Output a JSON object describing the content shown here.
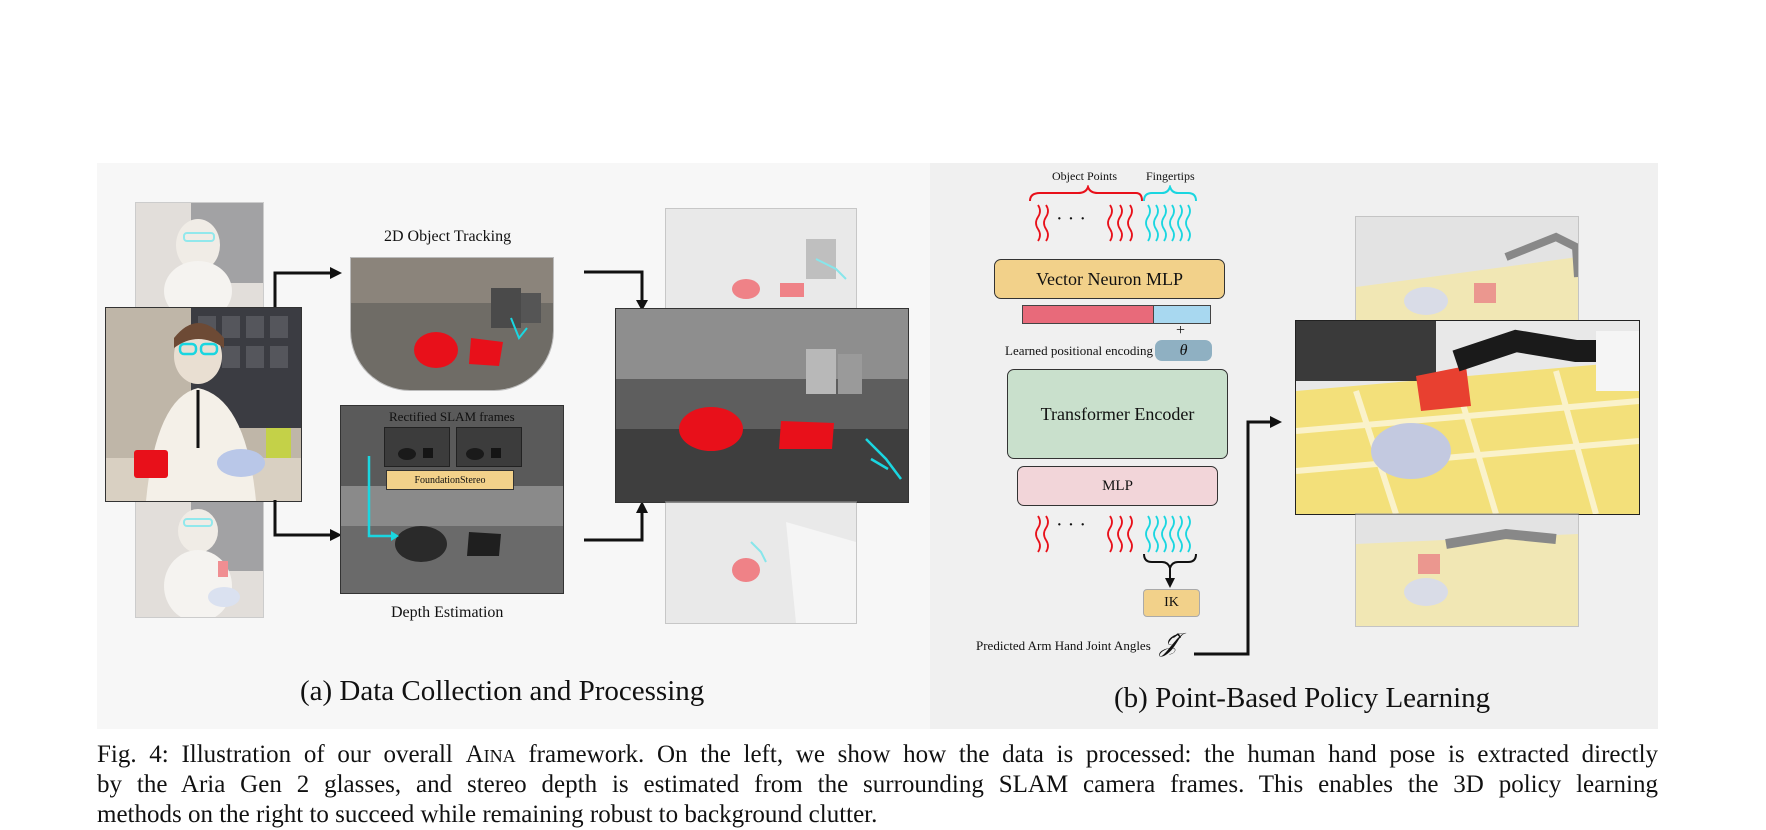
{
  "panel_a": {
    "title": "(a) Data Collection and Processing",
    "tracking_label": "2D Object Tracking",
    "slam_label": "Rectified SLAM frames",
    "stereo_label": "FoundationStereo",
    "depth_label": "Depth Estimation"
  },
  "panel_b": {
    "title": "(b) Point-Based Policy Learning",
    "object_points_label": "Object Points",
    "fingertips_label": "Fingertips",
    "dots": "· · ·",
    "vector_neuron_label": "Vector Neuron MLP",
    "plus_label": "+",
    "pos_enc_label": "Learned positional encoding",
    "theta_label": "θ",
    "transformer_label": "Transformer Encoder",
    "mlp_label": "MLP",
    "ik_label": "IK",
    "pred_label": "Predicted Arm Hand Joint Angles",
    "joint_symbol": "𝒥̂"
  },
  "caption": {
    "prefix": "Fig. 4: Illustration of our overall",
    "name": "Aina",
    "line1_rest": "framework. On the left, we show how the data is processed: the human hand pose is extracted directly",
    "line2": "by the Aria Gen 2 glasses, and stereo depth is estimated from the surrounding SLAM camera frames. This enables the 3D policy learning",
    "line3": "methods on the right to succeed while remaining robust to background clutter."
  },
  "colors": {
    "object_red": "#e8101a",
    "fingertip_cyan": "#1ad6e0",
    "vector_neuron_fill": "#f2d18a",
    "transformer_fill": "#c9e0cc",
    "mlp_fill": "#f2d5d9",
    "pos_enc_fill": "#8fb0c2",
    "bar_red": "#e86a7a",
    "bar_blue": "#a8d8f0",
    "ik_fill": "#f2d18a"
  }
}
